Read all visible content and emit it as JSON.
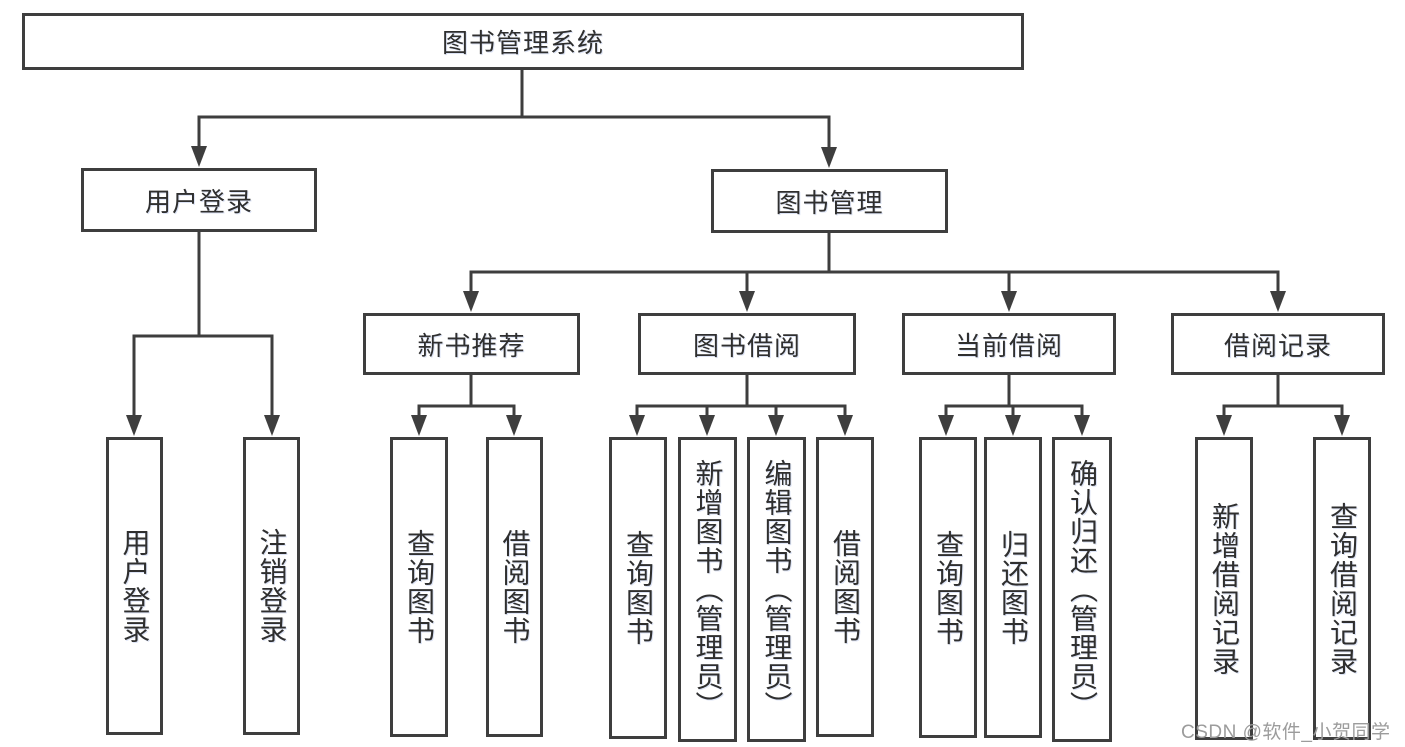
{
  "diagram_title": "图书管理系统",
  "nodes": {
    "root": "图书管理系统",
    "user_login": "用户登录",
    "book_management": "图书管理",
    "new_book_recommend": "新书推荐",
    "book_borrow": "图书借阅",
    "current_borrow": "当前借阅",
    "borrow_records": "借阅记录",
    "user_login_leaf": "用户登录",
    "logout_leaf": "注销登录",
    "recommend_query_books": "查询图书",
    "recommend_borrow_books": "借阅图书",
    "borrow_query_books": "查询图书",
    "borrow_add_books_admin": "新增图书（管理员）",
    "borrow_edit_books_admin": "编辑图书（管理员）",
    "borrow_borrow_books": "借阅图书",
    "current_query_books": "查询图书",
    "current_return_books": "归还图书",
    "current_confirm_return_admin": "确认归还（管理员）",
    "records_add_record": "新增借阅记录",
    "records_query_record": "查询借阅记录"
  },
  "watermark": "CSDN @软件_小贺同学",
  "colors": {
    "background": "#ffffff",
    "line": "#3e3e3e",
    "box_border": "#3e3e3e",
    "text": "#2f2f2f",
    "watermark_text": "#9c9c9c"
  }
}
